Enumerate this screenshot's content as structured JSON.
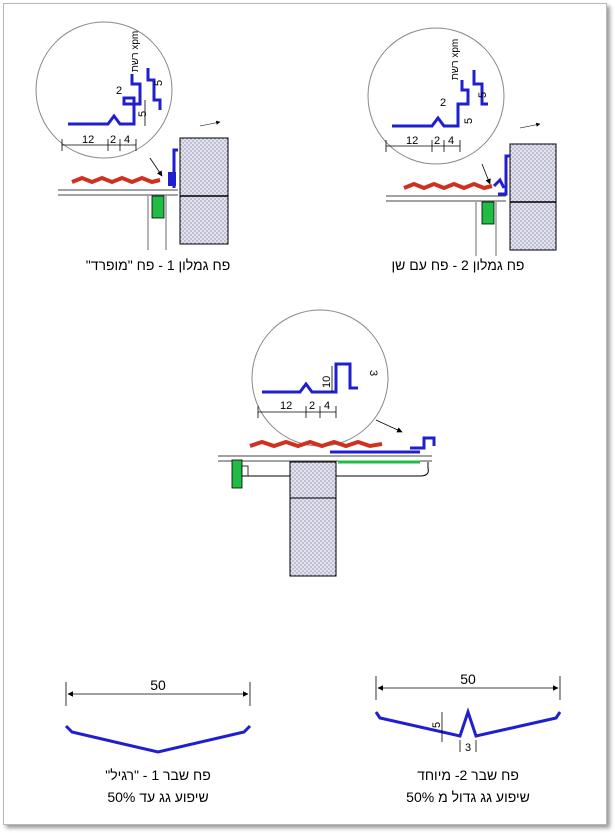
{
  "details": [
    {
      "caption": "פח גמלון 1 - פח \"מופרד\"",
      "dims": {
        "flat": "12",
        "gap": "2",
        "tail": "4",
        "step": "2",
        "rise": "5",
        "top": "5"
      },
      "mesh_label": "רשת xpm"
    },
    {
      "caption": "פח גמלון 2 - פח עם שן",
      "dims": {
        "flat": "12",
        "gap": "2",
        "tail": "4",
        "step": "2",
        "rise": "5",
        "top": "5"
      },
      "mesh_label": "רשת xpm"
    },
    {
      "dims": {
        "flat": "12",
        "gap": "2",
        "tail": "4",
        "rise": "10",
        "lip": "3"
      }
    }
  ],
  "flashings": [
    {
      "width": "50",
      "caption_line1": "פח שבר 1 - \"רגיל\"",
      "caption_line2": "שיפוע גג עד 50%"
    },
    {
      "width": "50",
      "notch_height": "5",
      "notch_width": "3",
      "caption_line1": "פח שבר  2- מיוחד",
      "caption_line2": "שיפוע גג גדול מ 50%"
    }
  ],
  "colors": {
    "sheet": "#1f1fd0",
    "tile": "#d03020",
    "green": "#22bb44",
    "insul": "#d8d8e8"
  }
}
